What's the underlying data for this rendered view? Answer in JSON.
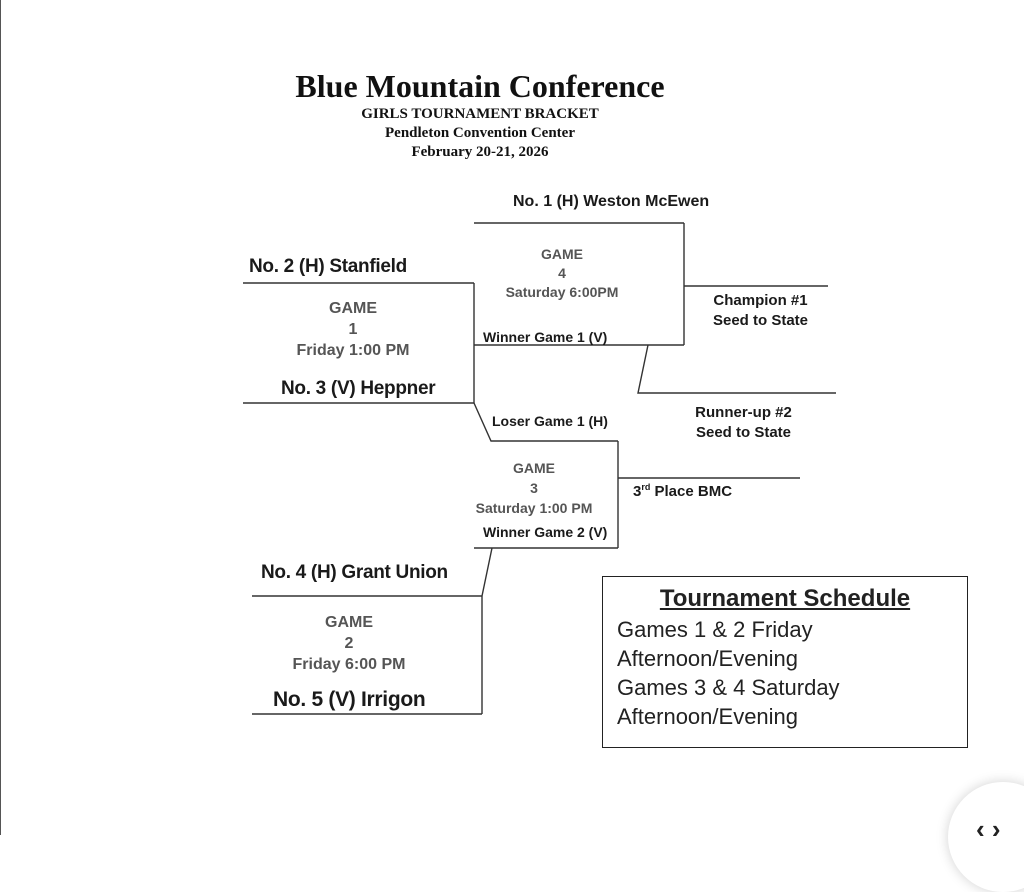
{
  "header": {
    "title": "Blue Mountain Conference",
    "line1": "GIRLS TOURNAMENT BRACKET",
    "line2": "Pendleton Convention Center",
    "line3": "February 20-21, 2026"
  },
  "teams": {
    "seed1": "No. 1 (H) Weston McEwen",
    "seed2": "No. 2  (H) Stanfield",
    "seed3": "No. 3  (V) Heppner",
    "seed4": "No. 4  (H) Grant Union",
    "seed5": "No. 5 (V) Irrigon"
  },
  "games": {
    "g1": {
      "label": "GAME",
      "num": "1",
      "time": "Friday 1:00 PM"
    },
    "g2": {
      "label": "GAME",
      "num": "2",
      "time": "Friday 6:00 PM"
    },
    "g3": {
      "label": "GAME",
      "num": "3",
      "time": "Saturday 1:00 PM"
    },
    "g4": {
      "label": "GAME",
      "num": "4",
      "time": "Saturday  6:00PM"
    }
  },
  "slots": {
    "winner_g1": "Winner Game 1 (V)",
    "loser_g1": "Loser Game 1 (H)",
    "winner_g2": "Winner Game 2 (V)"
  },
  "results": {
    "champion_1": "Champion #1",
    "champion_2": "Seed to State",
    "runnerup_1": "Runner-up #2",
    "runnerup_2": "Seed to State",
    "third_num": "3",
    "third_sup": "rd",
    "third_rest": " Place BMC"
  },
  "schedule": {
    "title": "Tournament Schedule",
    "line1": "Games 1 & 2 Friday",
    "line2": "Afternoon/Evening",
    "line3": "Games 3 & 4 Saturday",
    "line4": "Afternoon/Evening"
  },
  "nav": {
    "glyph": "‹ ›"
  }
}
